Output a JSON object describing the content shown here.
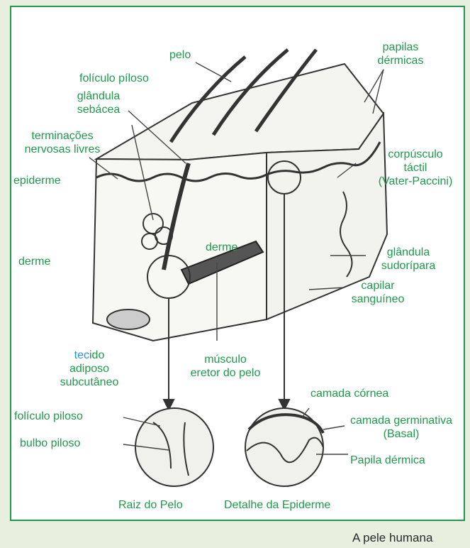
{
  "colors": {
    "label": "#1e9a4a",
    "frame": "#1e9a4a",
    "background": "#e8efdf",
    "accent_blue": "#2b8fd8"
  },
  "labels": {
    "pelo": "pelo",
    "papilas_dermicas": "papilas\ndérmicas",
    "foliculo_piloso_top": "folículo píloso",
    "glandula_sebacea": "glândula\nsebácea",
    "terminacoes": "terminações\nnervosas livres",
    "epiderme": "epiderme",
    "corpusculo": "corpúsculo\ntáctil\n(Vater-Paccini)",
    "derme_left": "derme",
    "derme_center": "derme",
    "glandula_sudoripara": "glândula\nsudorípara",
    "capilar": "capilar\nsanguíneo",
    "tecido_a": "tec",
    "tecido_b": "ido",
    "adiposo": "adiposo\nsubcutâneo",
    "musculo": "músculo\neretor do pelo",
    "camada_cornea": "camada córnea",
    "camada_germinativa": "camada germinativa\n(Basal)",
    "papila_dermica": "Papila dérmica",
    "foliculo_piloso_detail": "folículo piloso",
    "bulbo_piloso": "bulbo piloso",
    "raiz_do_pelo": "Raiz do Pelo",
    "detalhe_epiderme": "Detalhe da Epiderme"
  },
  "caption": "A pele humana"
}
